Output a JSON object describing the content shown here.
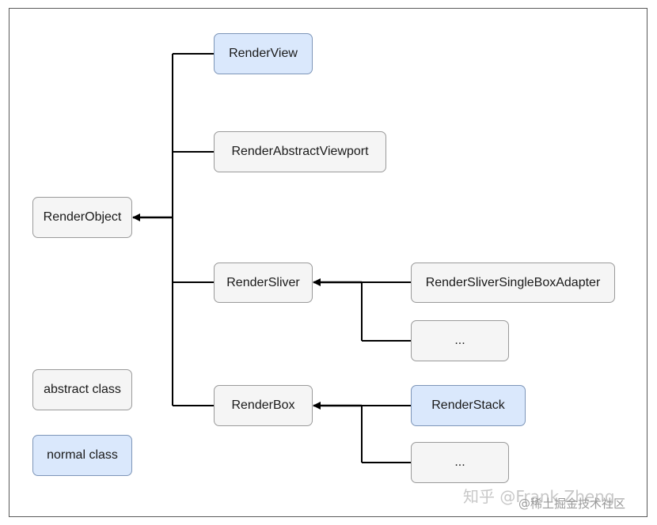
{
  "nodes": {
    "render_object": "RenderObject",
    "render_view": "RenderView",
    "render_abstract_viewport": "RenderAbstractViewport",
    "render_sliver": "RenderSliver",
    "render_box": "RenderBox",
    "render_sliver_single_box_adapter": "RenderSliverSingleBoxAdapter",
    "sliver_ellipsis": "...",
    "render_stack": "RenderStack",
    "box_ellipsis": "..."
  },
  "legend": {
    "abstract": "abstract class",
    "normal": "normal class"
  },
  "colors": {
    "abstract_fill": "#f5f5f5",
    "normal_fill": "#dae8fc",
    "line": "#000000"
  },
  "watermark": {
    "text": "知乎 @Frank Zheng",
    "sub": "@稀土掘金技术社区"
  }
}
